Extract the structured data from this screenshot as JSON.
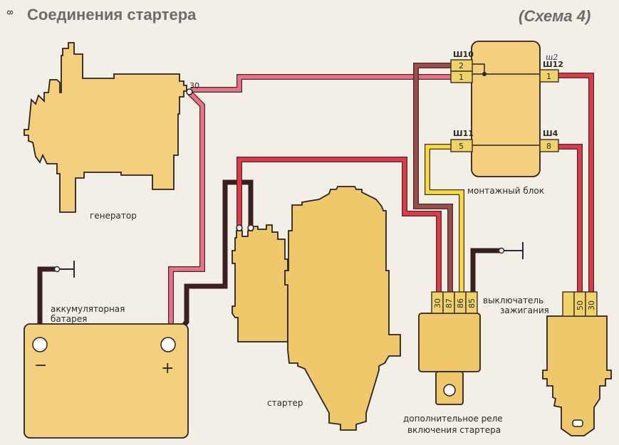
{
  "page_number": "8",
  "title": "Соединения стартера",
  "scheme_label": "(Схема 4)",
  "components": {
    "generator": {
      "label": "генератор",
      "terminal": "30"
    },
    "battery": {
      "label_line1": "аккумуляторная",
      "label_line2": "батарея",
      "minus": "−",
      "plus": "+"
    },
    "starter": {
      "label": "стартер"
    },
    "mounting_block": {
      "label": "монтажный блок",
      "connectors": [
        {
          "name": "Ш10",
          "pins": [
            "2",
            "1"
          ]
        },
        {
          "name": "Ш12",
          "pins": [
            "1"
          ],
          "handwritten_note": "ш2"
        },
        {
          "name": "Ш11",
          "pins": [
            "5"
          ]
        },
        {
          "name": "Ш4",
          "pins": [
            "8"
          ]
        }
      ]
    },
    "relay": {
      "label_line1": "дополнительное реле",
      "label_line2": "включения стартера",
      "pins": [
        "30",
        "87",
        "86",
        "85"
      ]
    },
    "ignition_switch": {
      "label_line1": "выключатель",
      "label_line2": "зажигания",
      "pins": [
        "50",
        "30"
      ]
    }
  },
  "wire_colors": {
    "pink": "#e8728a",
    "red": "#e03a4a",
    "brown": "#9a4e48",
    "yellow": "#f4dc3a",
    "black": "#3a1f22"
  }
}
